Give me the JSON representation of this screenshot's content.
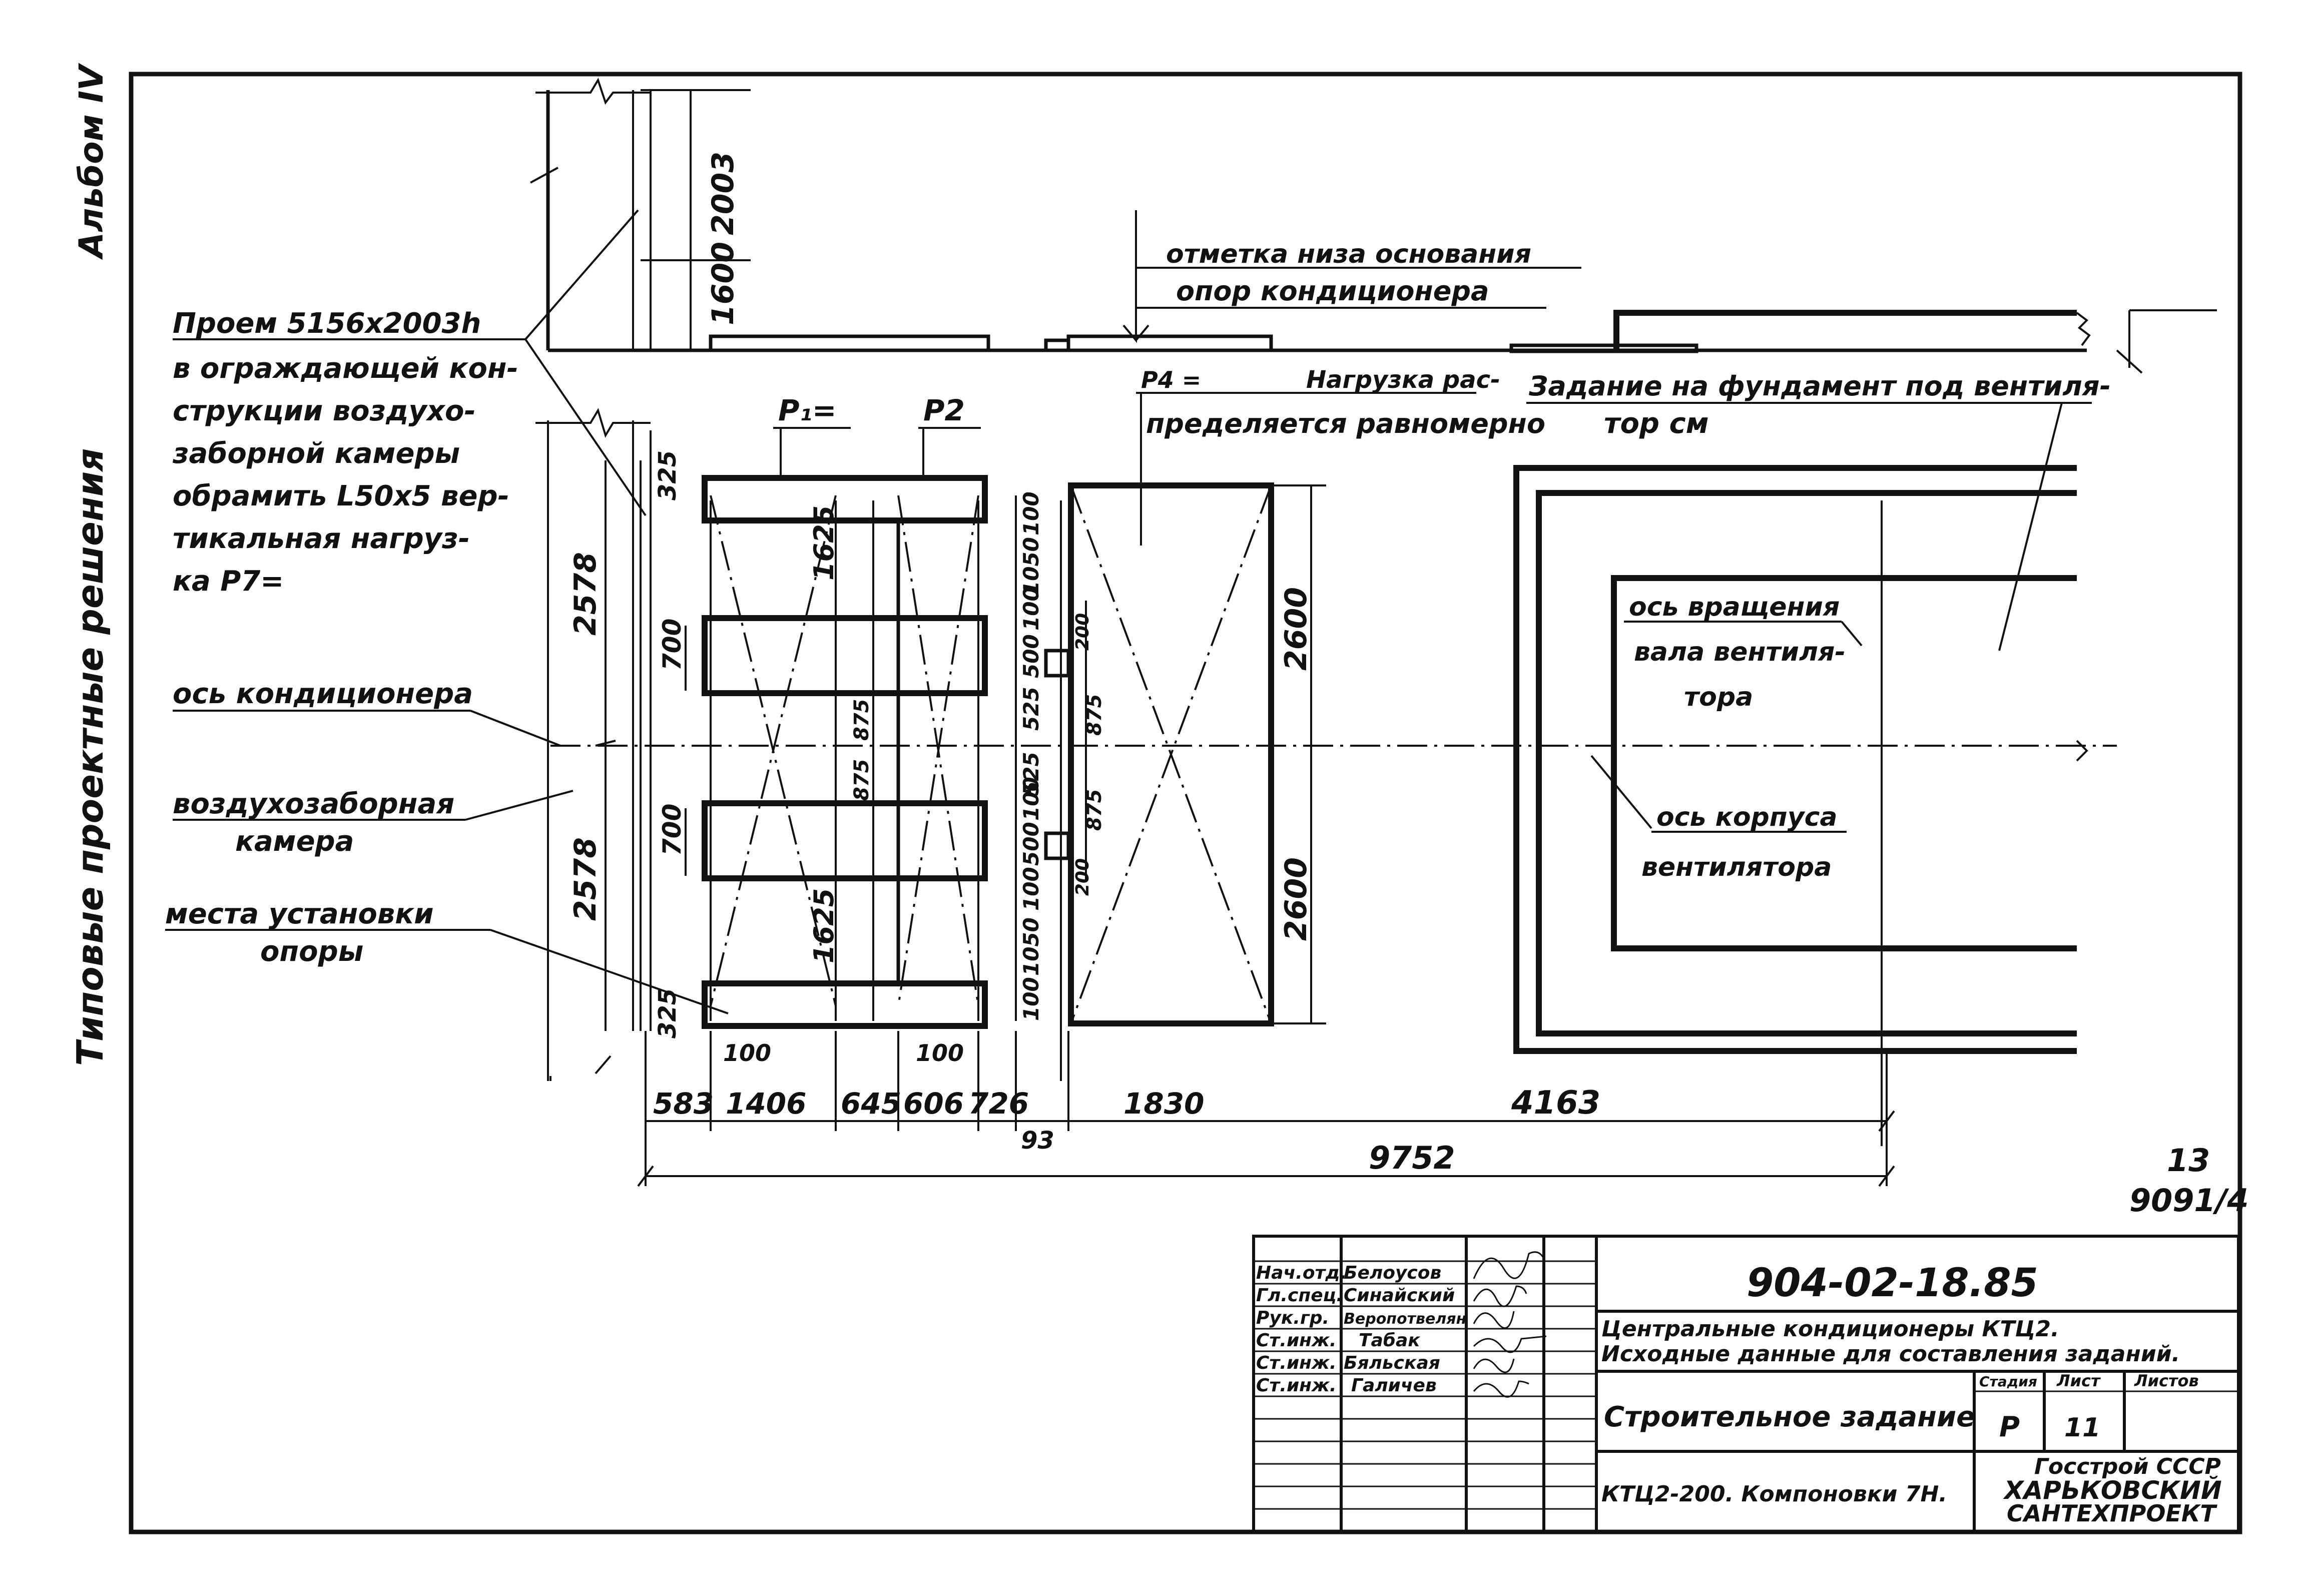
{
  "margin_left": {
    "album": "Альбом IV",
    "series": "Типовые проектные решения"
  },
  "labels": {
    "opening_1": "Проем 5156х2003h",
    "opening_2": "в ограждающей кон-",
    "opening_3": "струкции воздухо-",
    "opening_4": "заборной камеры",
    "opening_5": "обрамить L50х5 вер-",
    "opening_6": "тикальная нагруз-",
    "opening_7": "ка P7=",
    "base_1": "отметка низа основания",
    "base_2": "опор кондиционера",
    "p1": "P₁=",
    "p2": "P2",
    "p4": "P4 =",
    "load_1": "Нагрузка рас-",
    "load_2": "пределяется равномерно",
    "fan_task_1": "Задание на фундамент под вентиля-",
    "fan_task_2": "тор см",
    "rot_axis_1": "ось вращения",
    "rot_axis_2": "вала вентиля-",
    "rot_axis_3": "тора",
    "housing_axis_1": "ось корпуса",
    "housing_axis_2": "вентилятора",
    "cond_axis": "ось кондиционера",
    "intake_1": "воздухозаборная",
    "intake_2": "камера",
    "support_1": "места установки",
    "support_2": "опоры"
  },
  "dimensions": {
    "d2003": "2003",
    "d1600": "1600",
    "d2578_top": "2578",
    "d2578_bot": "2578",
    "d325_top": "325",
    "d325_bot": "325",
    "d1625_top": "1625",
    "d1625_bot": "1625",
    "d700_top": "700",
    "d700_bot": "700",
    "d875_a": "875",
    "d875_b": "875",
    "d875_c": "875",
    "d875_d": "875",
    "d100_a": "100",
    "d100_b": "100",
    "d100_c": "100",
    "d100_d": "100",
    "d100_e": "100",
    "d100_f": "100",
    "d100_g": "100",
    "d100_h": "100",
    "d1050_top": "1050",
    "d1050_bot": "1050",
    "d500_top": "500",
    "d500_bot": "500",
    "d525_top": "525",
    "d525_bot": "525",
    "d200_top": "200",
    "d200_bot": "200",
    "d2600_top": "2600",
    "d2600_bot": "2600",
    "d583": "583",
    "d1406": "1406",
    "d645": "645",
    "d606": "606",
    "d726": "726",
    "d93": "93",
    "d1830": "1830",
    "d4163": "4163",
    "d9752": "9752"
  },
  "sheet_ref": {
    "num": "13",
    "code": "9091/4"
  },
  "title_block": {
    "doc_code": "904-02-18.85",
    "title_1": "Центральные кондиционеры КТЦ2.",
    "title_2": "Исходные данные для составления заданий.",
    "sheet_title": "Строительное задание",
    "drawing_name": "КТЦ2-200. Компоновки 7Н.",
    "h_stage": "Стадия",
    "h_sheet": "Лист",
    "h_sheets": "Листов",
    "stage": "Р",
    "sheet": "11",
    "org_1": "Госстрой СССР",
    "org_2": "ХАРЬКОВСКИЙ",
    "org_3": "САНТЕХПРОЕКТ",
    "staff": [
      {
        "role": "Нач.отд.",
        "name": "Белоусов"
      },
      {
        "role": "Гл.спец.",
        "name": "Синайский"
      },
      {
        "role": "Рук.гр.",
        "name": "Веропотвелян"
      },
      {
        "role": "Ст.инж.",
        "name": "Табак"
      },
      {
        "role": "Ст.инж.",
        "name": "Бяльская"
      },
      {
        "role": "Ст.инж.",
        "name": "Галичев"
      }
    ]
  }
}
